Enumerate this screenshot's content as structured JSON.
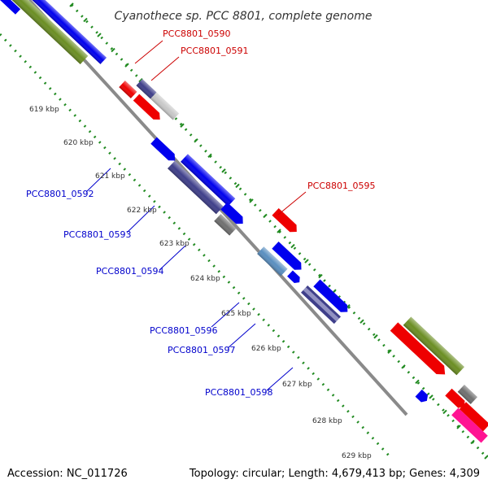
{
  "title": "Cyanothece sp. PCC 8801, complete genome",
  "footer": {
    "accession": "Accession: NC_011726",
    "summary": "Topology: circular; Length: 4,679,413 bp; Genes: 4,309"
  },
  "scale_ticks": [
    "619 kbp",
    "620 kbp",
    "621 kbp",
    "622 kbp",
    "623 kbp",
    "624 kbp",
    "625 kbp",
    "626 kbp",
    "627 kbp",
    "628 kbp",
    "629 kbp"
  ],
  "gene_labels": {
    "g0590": "PCC8801_0590",
    "g0591": "PCC8801_0591",
    "g0592": "PCC8801_0592",
    "g0593": "PCC8801_0593",
    "g0594": "PCC8801_0594",
    "g0595": "PCC8801_0595",
    "g0596": "PCC8801_0596",
    "g0597": "PCC8801_0597",
    "g0598": "PCC8801_0598"
  },
  "colors": {
    "backbone": "#808080",
    "dots": "#228b22",
    "blue": "#0000ee",
    "navy": "#3f3f8a",
    "olive": "#6b8e23",
    "red": "#ee0000",
    "gray": "#707070",
    "lightgray": "#c8c8c8",
    "steelblue": "#5a8fc0",
    "pink": "#ff1493",
    "label_red": "#cc0000",
    "label_blue": "#0000cc"
  }
}
